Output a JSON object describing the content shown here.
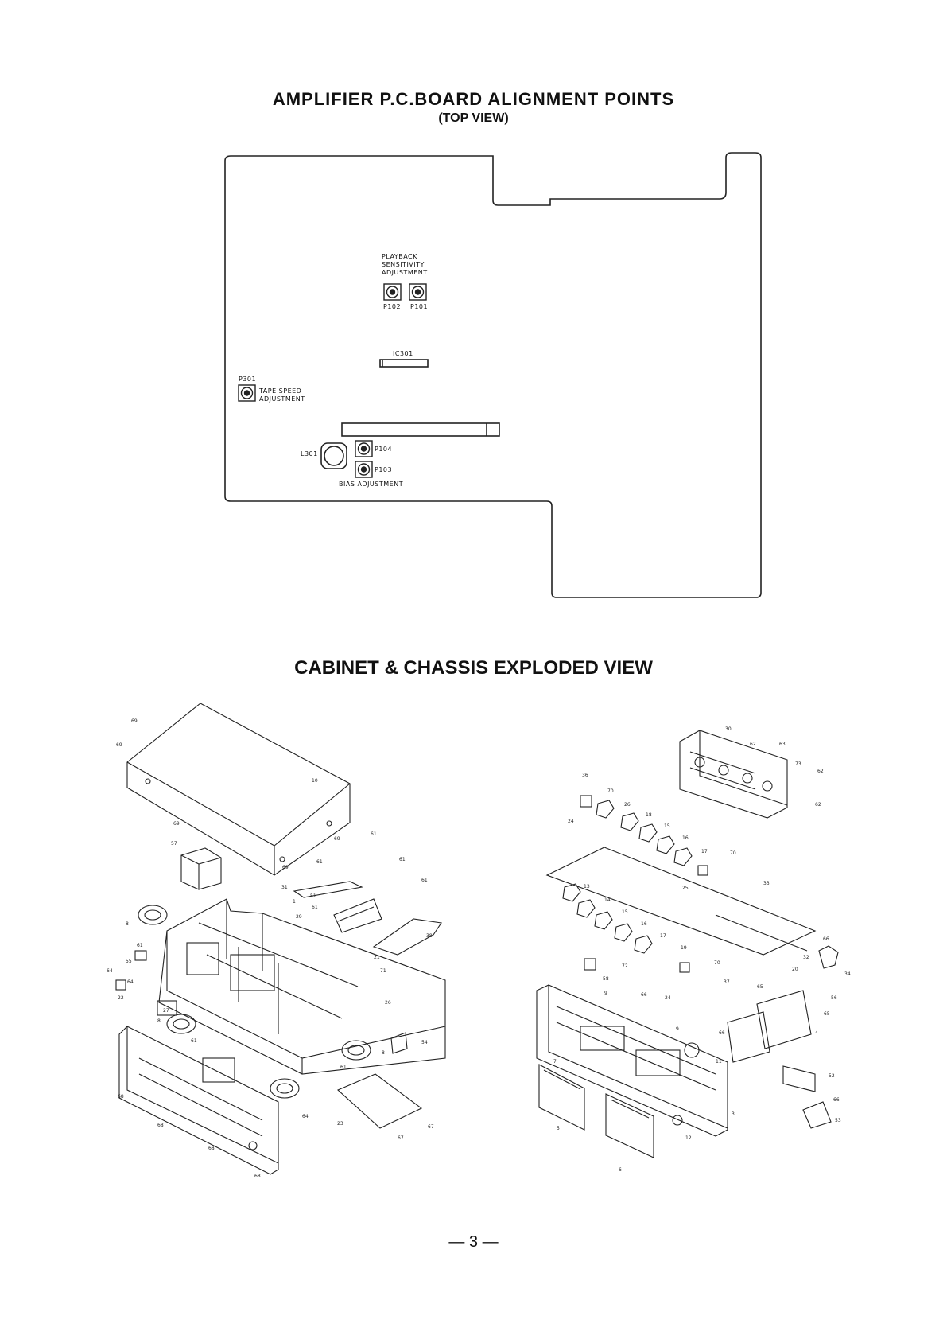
{
  "pcb_section": {
    "title": "AMPLIFIER P.C.BOARD ALIGNMENT POINTS",
    "subtitle": "(TOP VIEW)",
    "labels": {
      "playback": [
        "PLAYBACK",
        "SENSITIVITY",
        "ADJUSTMENT"
      ],
      "p102": "P102",
      "p101": "P101",
      "ic301": "IC301",
      "p301": "P301",
      "tape_speed": [
        "TAPE SPEED",
        "ADJUSTMENT"
      ],
      "l301": "L301",
      "p104": "P104",
      "p103": "P103",
      "bias": "BIAS ADJUSTMENT"
    }
  },
  "exploded_section": {
    "title": "CABINET & CHASSIS EXPLODED VIEW",
    "left_callouts": [
      "69",
      "69",
      "10",
      "69",
      "57",
      "69",
      "61",
      "69",
      "61",
      "61",
      "61",
      "31",
      "1",
      "29",
      "51",
      "61",
      "8",
      "61",
      "55",
      "64",
      "64",
      "22",
      "27",
      "8",
      "61",
      "21",
      "71",
      "26",
      "38",
      "54",
      "8",
      "61",
      "64",
      "23",
      "67",
      "67",
      "68",
      "68",
      "68",
      "68"
    ],
    "right_callouts": [
      "30",
      "62",
      "63",
      "73",
      "62",
      "62",
      "36",
      "70",
      "26",
      "18",
      "15",
      "16",
      "17",
      "70",
      "24",
      "33",
      "25",
      "13",
      "14",
      "15",
      "16",
      "17",
      "19",
      "70",
      "72",
      "58",
      "37",
      "65",
      "9",
      "66",
      "24",
      "9",
      "66",
      "66",
      "32",
      "20",
      "34",
      "56",
      "65",
      "4",
      "11",
      "7",
      "3",
      "52",
      "66",
      "53",
      "5",
      "6",
      "12"
    ]
  },
  "page_number": "— 3 —"
}
